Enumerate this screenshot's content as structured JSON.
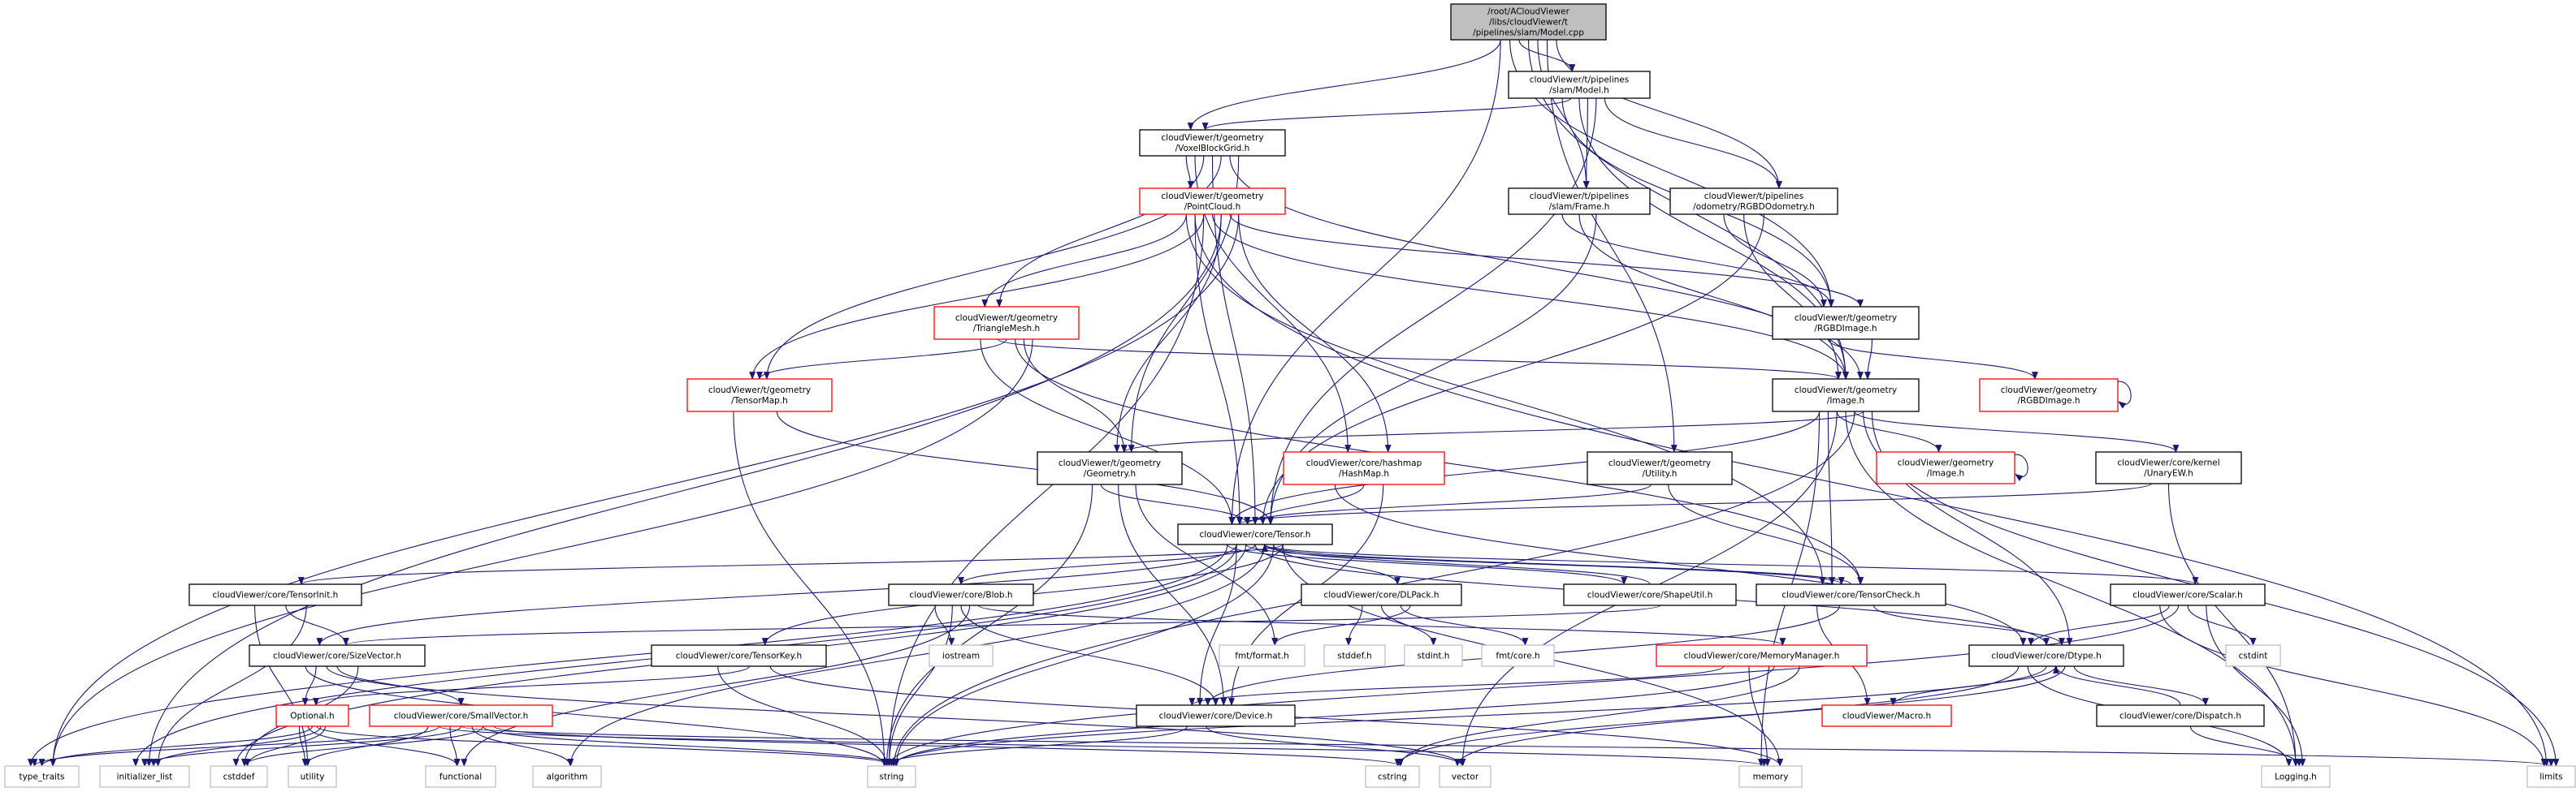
{
  "diagram": {
    "type": "include-dependency-graph",
    "colors": {
      "edge": "#191970",
      "node_border": "#000000",
      "incomplete_border": "#ff0000",
      "external_border": "#bfbfbf",
      "root_fill": "#bfbfbf"
    },
    "nodes": [
      {
        "id": "root",
        "style": "root",
        "lines": [
          "/root/ACloudViewer",
          "/libs/cloudViewer/t",
          "/pipelines/slam/Model.cpp"
        ]
      },
      {
        "id": "model_h",
        "style": "normal",
        "lines": [
          "cloudViewer/t/pipelines",
          "/slam/Model.h"
        ]
      },
      {
        "id": "voxel",
        "style": "normal",
        "lines": [
          "cloudViewer/t/geometry",
          "/VoxelBlockGrid.h"
        ]
      },
      {
        "id": "pointcloud",
        "style": "red",
        "lines": [
          "cloudViewer/t/geometry",
          "/PointCloud.h"
        ]
      },
      {
        "id": "frame",
        "style": "normal",
        "lines": [
          "cloudViewer/t/pipelines",
          "/slam/Frame.h"
        ]
      },
      {
        "id": "odometry",
        "style": "normal",
        "lines": [
          "cloudViewer/t/pipelines",
          "/odometry/RGBDOdometry.h"
        ]
      },
      {
        "id": "trimesh",
        "style": "red",
        "lines": [
          "cloudViewer/t/geometry",
          "/TriangleMesh.h"
        ]
      },
      {
        "id": "t_rgbd",
        "style": "normal",
        "lines": [
          "cloudViewer/t/geometry",
          "/RGBDImage.h"
        ]
      },
      {
        "id": "tensormap",
        "style": "red",
        "lines": [
          "cloudViewer/t/geometry",
          "/TensorMap.h"
        ]
      },
      {
        "id": "t_image",
        "style": "normal",
        "lines": [
          "cloudViewer/t/geometry",
          "/Image.h"
        ]
      },
      {
        "id": "g_rgbd",
        "style": "red",
        "lines": [
          "cloudViewer/geometry",
          "/RGBDImage.h"
        ]
      },
      {
        "id": "geometry",
        "style": "normal",
        "lines": [
          "cloudViewer/t/geometry",
          "/Geometry.h"
        ]
      },
      {
        "id": "hashmap",
        "style": "red",
        "lines": [
          "cloudViewer/core/hashmap",
          "/HashMap.h"
        ]
      },
      {
        "id": "utility_h",
        "style": "normal",
        "lines": [
          "cloudViewer/t/geometry",
          "/Utility.h"
        ]
      },
      {
        "id": "g_image",
        "style": "red",
        "lines": [
          "cloudViewer/geometry",
          "/Image.h"
        ]
      },
      {
        "id": "unaryew",
        "style": "normal",
        "lines": [
          "cloudViewer/core/kernel",
          "/UnaryEW.h"
        ]
      },
      {
        "id": "tensor",
        "style": "normal",
        "lines": [
          "cloudViewer/core/Tensor.h"
        ]
      },
      {
        "id": "tensorinit",
        "style": "normal",
        "lines": [
          "cloudViewer/core/TensorInit.h"
        ]
      },
      {
        "id": "blob",
        "style": "normal",
        "lines": [
          "cloudViewer/core/Blob.h"
        ]
      },
      {
        "id": "dlpack",
        "style": "normal",
        "lines": [
          "cloudViewer/core/DLPack.h"
        ]
      },
      {
        "id": "shapeutil",
        "style": "normal",
        "lines": [
          "cloudViewer/core/ShapeUtil.h"
        ]
      },
      {
        "id": "tensorcheck",
        "style": "normal",
        "lines": [
          "cloudViewer/core/TensorCheck.h"
        ]
      },
      {
        "id": "scalar",
        "style": "normal",
        "lines": [
          "cloudViewer/core/Scalar.h"
        ]
      },
      {
        "id": "sizevector",
        "style": "normal",
        "lines": [
          "cloudViewer/core/SizeVector.h"
        ]
      },
      {
        "id": "tensorkey",
        "style": "normal",
        "lines": [
          "cloudViewer/core/TensorKey.h"
        ]
      },
      {
        "id": "iostream",
        "style": "gray",
        "lines": [
          "iostream"
        ]
      },
      {
        "id": "fmtformat",
        "style": "gray",
        "lines": [
          "fmt/format.h"
        ]
      },
      {
        "id": "stddef",
        "style": "gray",
        "lines": [
          "stddef.h"
        ]
      },
      {
        "id": "stdint",
        "style": "gray",
        "lines": [
          "stdint.h"
        ]
      },
      {
        "id": "fmtcore",
        "style": "gray",
        "lines": [
          "fmt/core.h"
        ]
      },
      {
        "id": "memmgr",
        "style": "red",
        "lines": [
          "cloudViewer/core/MemoryManager.h"
        ]
      },
      {
        "id": "dtype",
        "style": "normal",
        "lines": [
          "cloudViewer/core/Dtype.h"
        ]
      },
      {
        "id": "cstdint",
        "style": "gray",
        "lines": [
          "cstdint"
        ]
      },
      {
        "id": "optional",
        "style": "red",
        "lines": [
          "Optional.h"
        ]
      },
      {
        "id": "smallvector",
        "style": "red",
        "lines": [
          "cloudViewer/core/SmallVector.h"
        ]
      },
      {
        "id": "device",
        "style": "normal",
        "lines": [
          "cloudViewer/core/Device.h"
        ]
      },
      {
        "id": "macro",
        "style": "red",
        "lines": [
          "cloudViewer/Macro.h"
        ]
      },
      {
        "id": "dispatch",
        "style": "normal",
        "lines": [
          "cloudViewer/core/Dispatch.h"
        ]
      },
      {
        "id": "type_traits",
        "style": "gray",
        "lines": [
          "type_traits"
        ]
      },
      {
        "id": "init_list",
        "style": "gray",
        "lines": [
          "initializer_list"
        ]
      },
      {
        "id": "cstddef",
        "style": "gray",
        "lines": [
          "cstddef"
        ]
      },
      {
        "id": "utility",
        "style": "gray",
        "lines": [
          "utility"
        ]
      },
      {
        "id": "functional",
        "style": "gray",
        "lines": [
          "functional"
        ]
      },
      {
        "id": "algorithm",
        "style": "gray",
        "lines": [
          "algorithm"
        ]
      },
      {
        "id": "string",
        "style": "gray",
        "lines": [
          "string"
        ]
      },
      {
        "id": "cstring",
        "style": "gray",
        "lines": [
          "cstring"
        ]
      },
      {
        "id": "vector",
        "style": "gray",
        "lines": [
          "vector"
        ]
      },
      {
        "id": "memory",
        "style": "gray",
        "lines": [
          "memory"
        ]
      },
      {
        "id": "logging",
        "style": "gray",
        "lines": [
          "Logging.h"
        ]
      },
      {
        "id": "limits",
        "style": "gray",
        "lines": [
          "limits"
        ]
      }
    ],
    "edges": [
      [
        "root",
        "voxel"
      ],
      [
        "root",
        "model_h"
      ],
      [
        "root",
        "frame"
      ],
      [
        "root",
        "odometry"
      ],
      [
        "root",
        "t_rgbd"
      ],
      [
        "root",
        "t_image"
      ],
      [
        "root",
        "utility_h"
      ],
      [
        "root",
        "tensor"
      ],
      [
        "model_h",
        "voxel"
      ],
      [
        "model_h",
        "frame"
      ],
      [
        "model_h",
        "odometry"
      ],
      [
        "model_h",
        "t_rgbd"
      ],
      [
        "model_h",
        "t_image"
      ],
      [
        "model_h",
        "tensor"
      ],
      [
        "voxel",
        "pointcloud"
      ],
      [
        "voxel",
        "trimesh"
      ],
      [
        "voxel",
        "tensormap"
      ],
      [
        "voxel",
        "geometry"
      ],
      [
        "voxel",
        "hashmap"
      ],
      [
        "voxel",
        "tensor"
      ],
      [
        "voxel",
        "t_image"
      ],
      [
        "pointcloud",
        "trimesh"
      ],
      [
        "pointcloud",
        "tensormap"
      ],
      [
        "pointcloud",
        "geometry"
      ],
      [
        "pointcloud",
        "hashmap"
      ],
      [
        "pointcloud",
        "tensor"
      ],
      [
        "pointcloud",
        "t_image"
      ],
      [
        "pointcloud",
        "t_rgbd"
      ],
      [
        "pointcloud",
        "tensorcheck"
      ],
      [
        "pointcloud",
        "string"
      ],
      [
        "pointcloud",
        "init_list"
      ],
      [
        "pointcloud",
        "type_traits"
      ],
      [
        "pointcloud",
        "limits"
      ],
      [
        "trimesh",
        "tensormap"
      ],
      [
        "trimesh",
        "geometry"
      ],
      [
        "trimesh",
        "tensor"
      ],
      [
        "trimesh",
        "t_image"
      ],
      [
        "trimesh",
        "tensorcheck"
      ],
      [
        "trimesh",
        "type_traits"
      ],
      [
        "frame",
        "t_rgbd"
      ],
      [
        "frame",
        "t_image"
      ],
      [
        "frame",
        "tensor"
      ],
      [
        "odometry",
        "t_rgbd"
      ],
      [
        "odometry",
        "t_image"
      ],
      [
        "odometry",
        "tensor"
      ],
      [
        "t_rgbd",
        "t_image"
      ],
      [
        "t_rgbd",
        "g_rgbd"
      ],
      [
        "g_rgbd",
        "g_rgbd"
      ],
      [
        "t_image",
        "geometry"
      ],
      [
        "t_image",
        "tensor"
      ],
      [
        "t_image",
        "g_image"
      ],
      [
        "t_image",
        "unaryew"
      ],
      [
        "t_image",
        "dtype"
      ],
      [
        "t_image",
        "tensorcheck"
      ],
      [
        "t_image",
        "logging"
      ],
      [
        "t_image",
        "limits"
      ],
      [
        "t_image",
        "memory"
      ],
      [
        "t_image",
        "vector"
      ],
      [
        "t_image",
        "string"
      ],
      [
        "g_image",
        "g_image"
      ],
      [
        "unaryew",
        "tensor"
      ],
      [
        "unaryew",
        "logging"
      ],
      [
        "tensormap",
        "tensor"
      ],
      [
        "tensormap",
        "string"
      ],
      [
        "geometry",
        "tensor"
      ],
      [
        "geometry",
        "device"
      ],
      [
        "geometry",
        "fmtformat"
      ],
      [
        "geometry",
        "string"
      ],
      [
        "hashmap",
        "tensor"
      ],
      [
        "hashmap",
        "device"
      ],
      [
        "hashmap",
        "dtype"
      ],
      [
        "utility_h",
        "tensor"
      ],
      [
        "utility_h",
        "tensorcheck"
      ],
      [
        "tensor",
        "tensorinit"
      ],
      [
        "tensor",
        "sizevector"
      ],
      [
        "tensor",
        "blob"
      ],
      [
        "tensor",
        "dlpack"
      ],
      [
        "tensor",
        "shapeutil"
      ],
      [
        "tensor",
        "tensorcheck"
      ],
      [
        "tensor",
        "scalar"
      ],
      [
        "tensor",
        "tensorkey"
      ],
      [
        "tensor",
        "device"
      ],
      [
        "tensor",
        "dtype"
      ],
      [
        "tensor",
        "string"
      ],
      [
        "tensor",
        "type_traits"
      ],
      [
        "tensor",
        "cstddef"
      ],
      [
        "tensor",
        "algorithm"
      ],
      [
        "tensor",
        "memory"
      ],
      [
        "tensor",
        "init_list"
      ],
      [
        "tensorcheck",
        "tensor"
      ],
      [
        "tensorcheck",
        "dtype"
      ],
      [
        "tensorcheck",
        "macro"
      ],
      [
        "tensorcheck",
        "device"
      ],
      [
        "shapeutil",
        "sizevector"
      ],
      [
        "shapeutil",
        "tensor"
      ],
      [
        "scalar",
        "dtype"
      ],
      [
        "scalar",
        "cstdint"
      ],
      [
        "scalar",
        "logging"
      ],
      [
        "scalar",
        "limits"
      ],
      [
        "scalar",
        "string"
      ],
      [
        "tensorinit",
        "sizevector"
      ],
      [
        "tensorinit",
        "init_list"
      ],
      [
        "tensorinit",
        "utility"
      ],
      [
        "blob",
        "device"
      ],
      [
        "blob",
        "memmgr"
      ],
      [
        "blob",
        "iostream"
      ],
      [
        "blob",
        "string"
      ],
      [
        "blob",
        "functional"
      ],
      [
        "dlpack",
        "fmtformat"
      ],
      [
        "dlpack",
        "stddef"
      ],
      [
        "dlpack",
        "stdint"
      ],
      [
        "dlpack",
        "fmtcore"
      ],
      [
        "memmgr",
        "device"
      ],
      [
        "memmgr",
        "memory"
      ],
      [
        "memmgr",
        "string"
      ],
      [
        "memmgr",
        "cstring"
      ],
      [
        "sizevector",
        "optional"
      ],
      [
        "sizevector",
        "smallvector"
      ],
      [
        "sizevector",
        "cstddef"
      ],
      [
        "sizevector",
        "string"
      ],
      [
        "sizevector",
        "vector"
      ],
      [
        "tensorkey",
        "optional"
      ],
      [
        "tensorkey",
        "memory"
      ],
      [
        "tensorkey",
        "string"
      ],
      [
        "optional",
        "type_traits"
      ],
      [
        "optional",
        "init_list"
      ],
      [
        "optional",
        "utility"
      ],
      [
        "optional",
        "functional"
      ],
      [
        "optional",
        "string"
      ],
      [
        "optional",
        "cstddef"
      ],
      [
        "smallvector",
        "type_traits"
      ],
      [
        "smallvector",
        "init_list"
      ],
      [
        "smallvector",
        "cstddef"
      ],
      [
        "smallvector",
        "utility"
      ],
      [
        "smallvector",
        "functional"
      ],
      [
        "smallvector",
        "algorithm"
      ],
      [
        "smallvector",
        "cstring"
      ],
      [
        "smallvector",
        "memory"
      ],
      [
        "smallvector",
        "limits"
      ],
      [
        "smallvector",
        "string"
      ],
      [
        "device",
        "string"
      ],
      [
        "device",
        "vector"
      ],
      [
        "dtype",
        "macro"
      ],
      [
        "dtype",
        "dispatch"
      ],
      [
        "dtype",
        "logging"
      ],
      [
        "dtype",
        "string"
      ],
      [
        "dtype",
        "cstring"
      ],
      [
        "dtype",
        "vector"
      ],
      [
        "dispatch",
        "dtype"
      ],
      [
        "dispatch",
        "logging"
      ]
    ]
  }
}
